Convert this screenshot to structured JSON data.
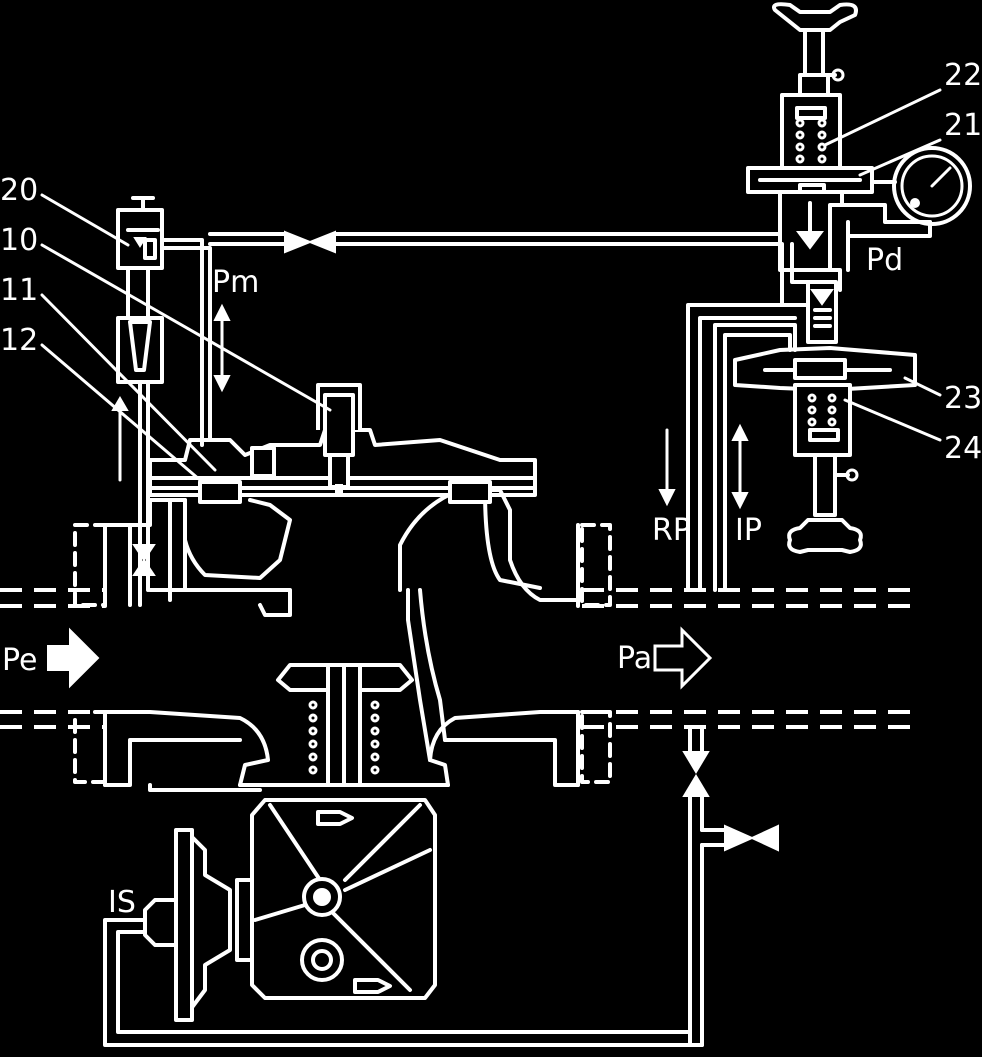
{
  "labels": {
    "n20": "20",
    "n10": "10",
    "n11": "11",
    "n12": "12",
    "n22": "22",
    "n21": "21",
    "n23": "23",
    "n24": "24",
    "pm": "Pm",
    "pd": "Pd",
    "rp": "RP",
    "ip": "IP",
    "pe": "Pe",
    "pa": "Pa",
    "is": "IS"
  },
  "colors": {
    "background": "#000000",
    "line": "#ffffff"
  }
}
